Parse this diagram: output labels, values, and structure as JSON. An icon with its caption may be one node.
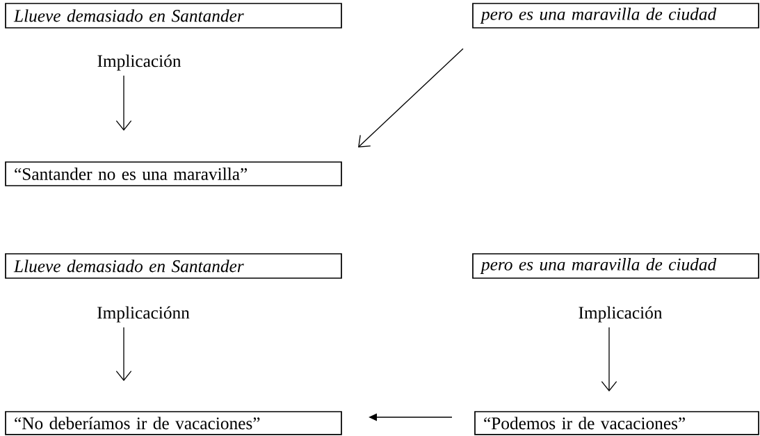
{
  "diagram": {
    "nodes": [
      {
        "text": [
          "Llueve demasiado en Santander"
        ]
      },
      {
        "text": [
          "pero es una maravilla de ciudad"
        ]
      },
      {
        "text": [
          "Implicación"
        ]
      },
      {
        "text": [
          "“Santander no es una maravilla”"
        ]
      },
      {
        "text": [
          "Llueve demasiado en Santander"
        ]
      },
      {
        "text": [
          "pero es una maravilla de ciudad"
        ]
      },
      {
        "text": [
          "Implicaciónn"
        ]
      },
      {
        "text": [
          "Implicación"
        ]
      },
      {
        "text": [
          "“No deberíamos ir de vacaciones”"
        ]
      },
      {
        "text": [
          "“Podemos ir de vacaciones”"
        ]
      }
    ],
    "edges": [
      {
        "from": 2,
        "to": 3,
        "arrow": "to"
      },
      {
        "from": 1,
        "to": 3,
        "arrow": "to"
      },
      {
        "from": 6,
        "to": 8,
        "arrow": "to"
      },
      {
        "from": 7,
        "to": 9,
        "arrow": "to"
      },
      {
        "from": 9,
        "to": 8,
        "arrow": "to"
      }
    ]
  }
}
